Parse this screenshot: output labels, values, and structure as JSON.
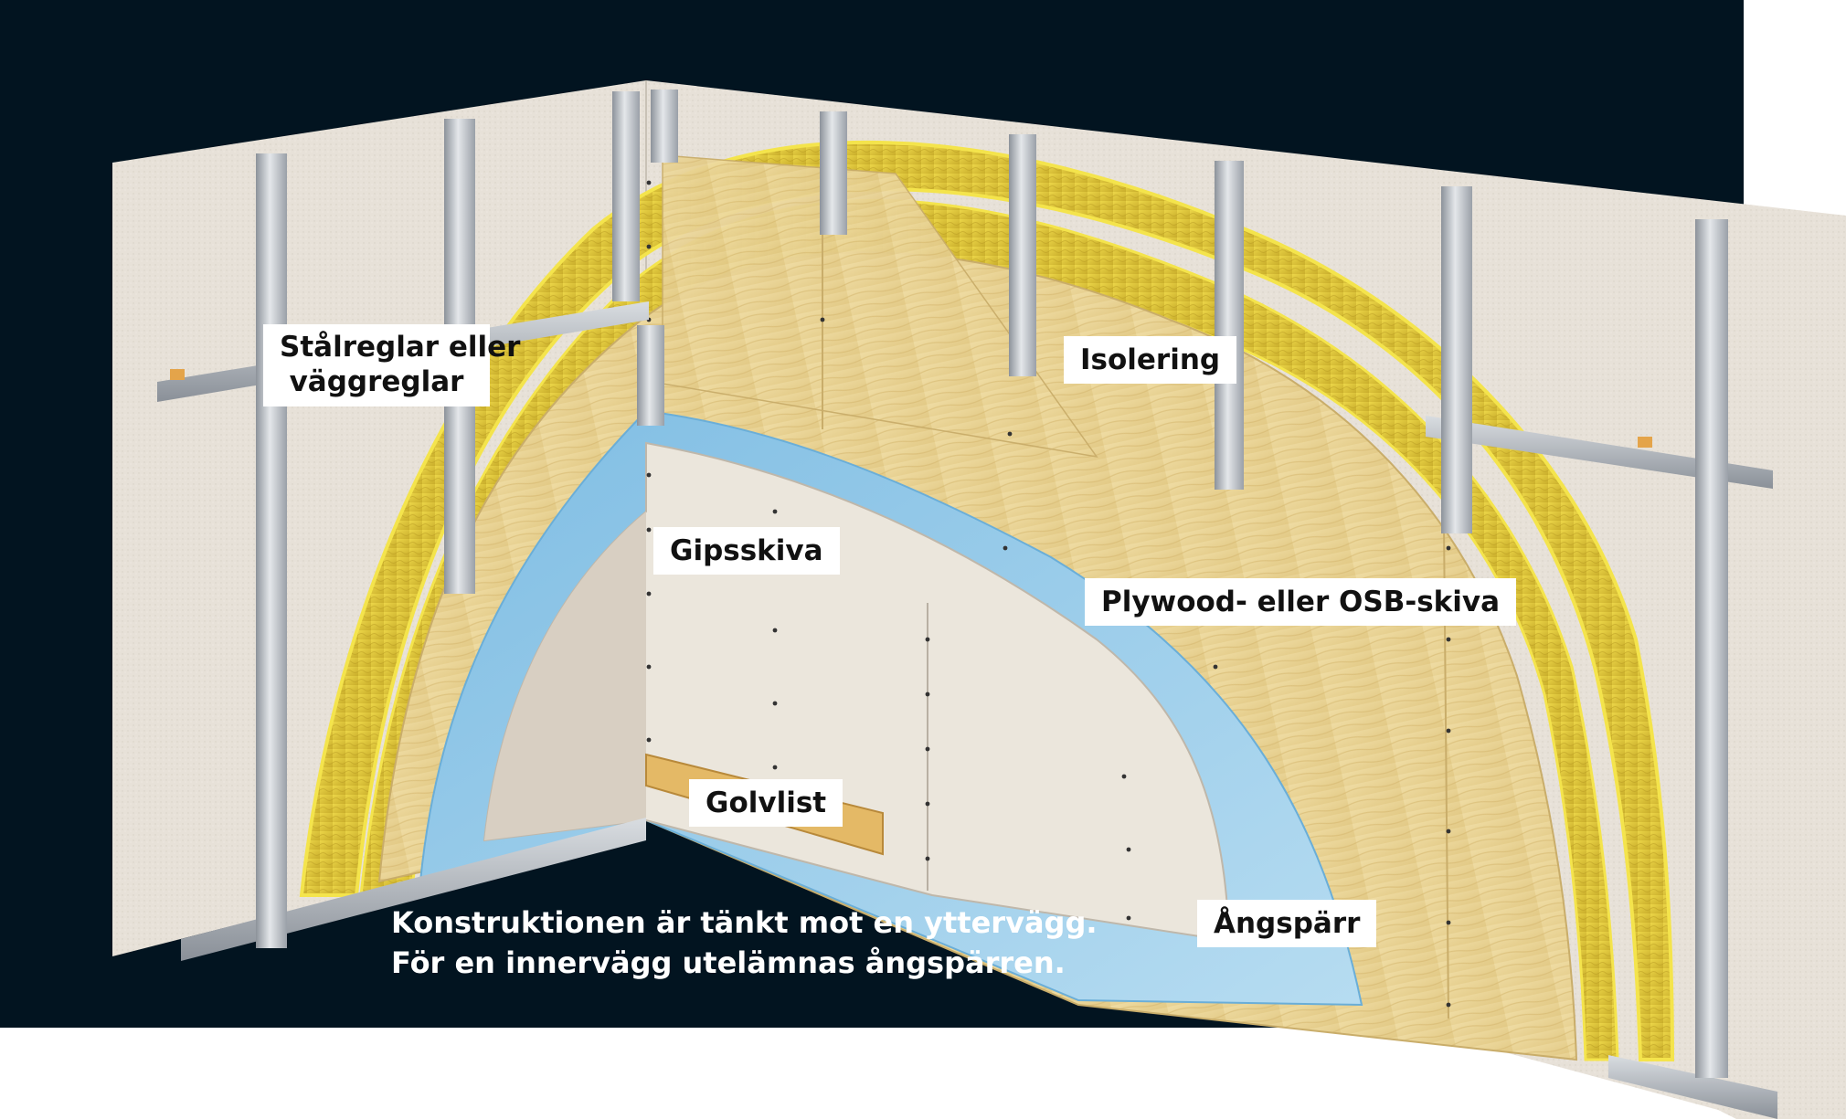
{
  "labels": {
    "studs": [
      "Stålreglar eller",
      "väggreglar"
    ],
    "insulation": "Isolering",
    "gypsum": "Gipsskiva",
    "plywood": "Plywood- eller OSB-skiva",
    "skirting": "Golvlist",
    "vapor_barrier": "Ångspärr"
  },
  "caption": [
    "Konstruktionen är tänkt mot en yttervägg.",
    "För en innervägg utelämnas ångspärren."
  ],
  "colors": {
    "background": "#021420",
    "wall": "#e7e1d8",
    "insulation": "#ddc433",
    "insulation_edge": "#f3e34a",
    "plywood": "#ead596",
    "gypsum": "#eae5da",
    "vapor_barrier": "#8fc7e6",
    "steel": "#c2c6cc",
    "skirting": "#e2b767"
  }
}
